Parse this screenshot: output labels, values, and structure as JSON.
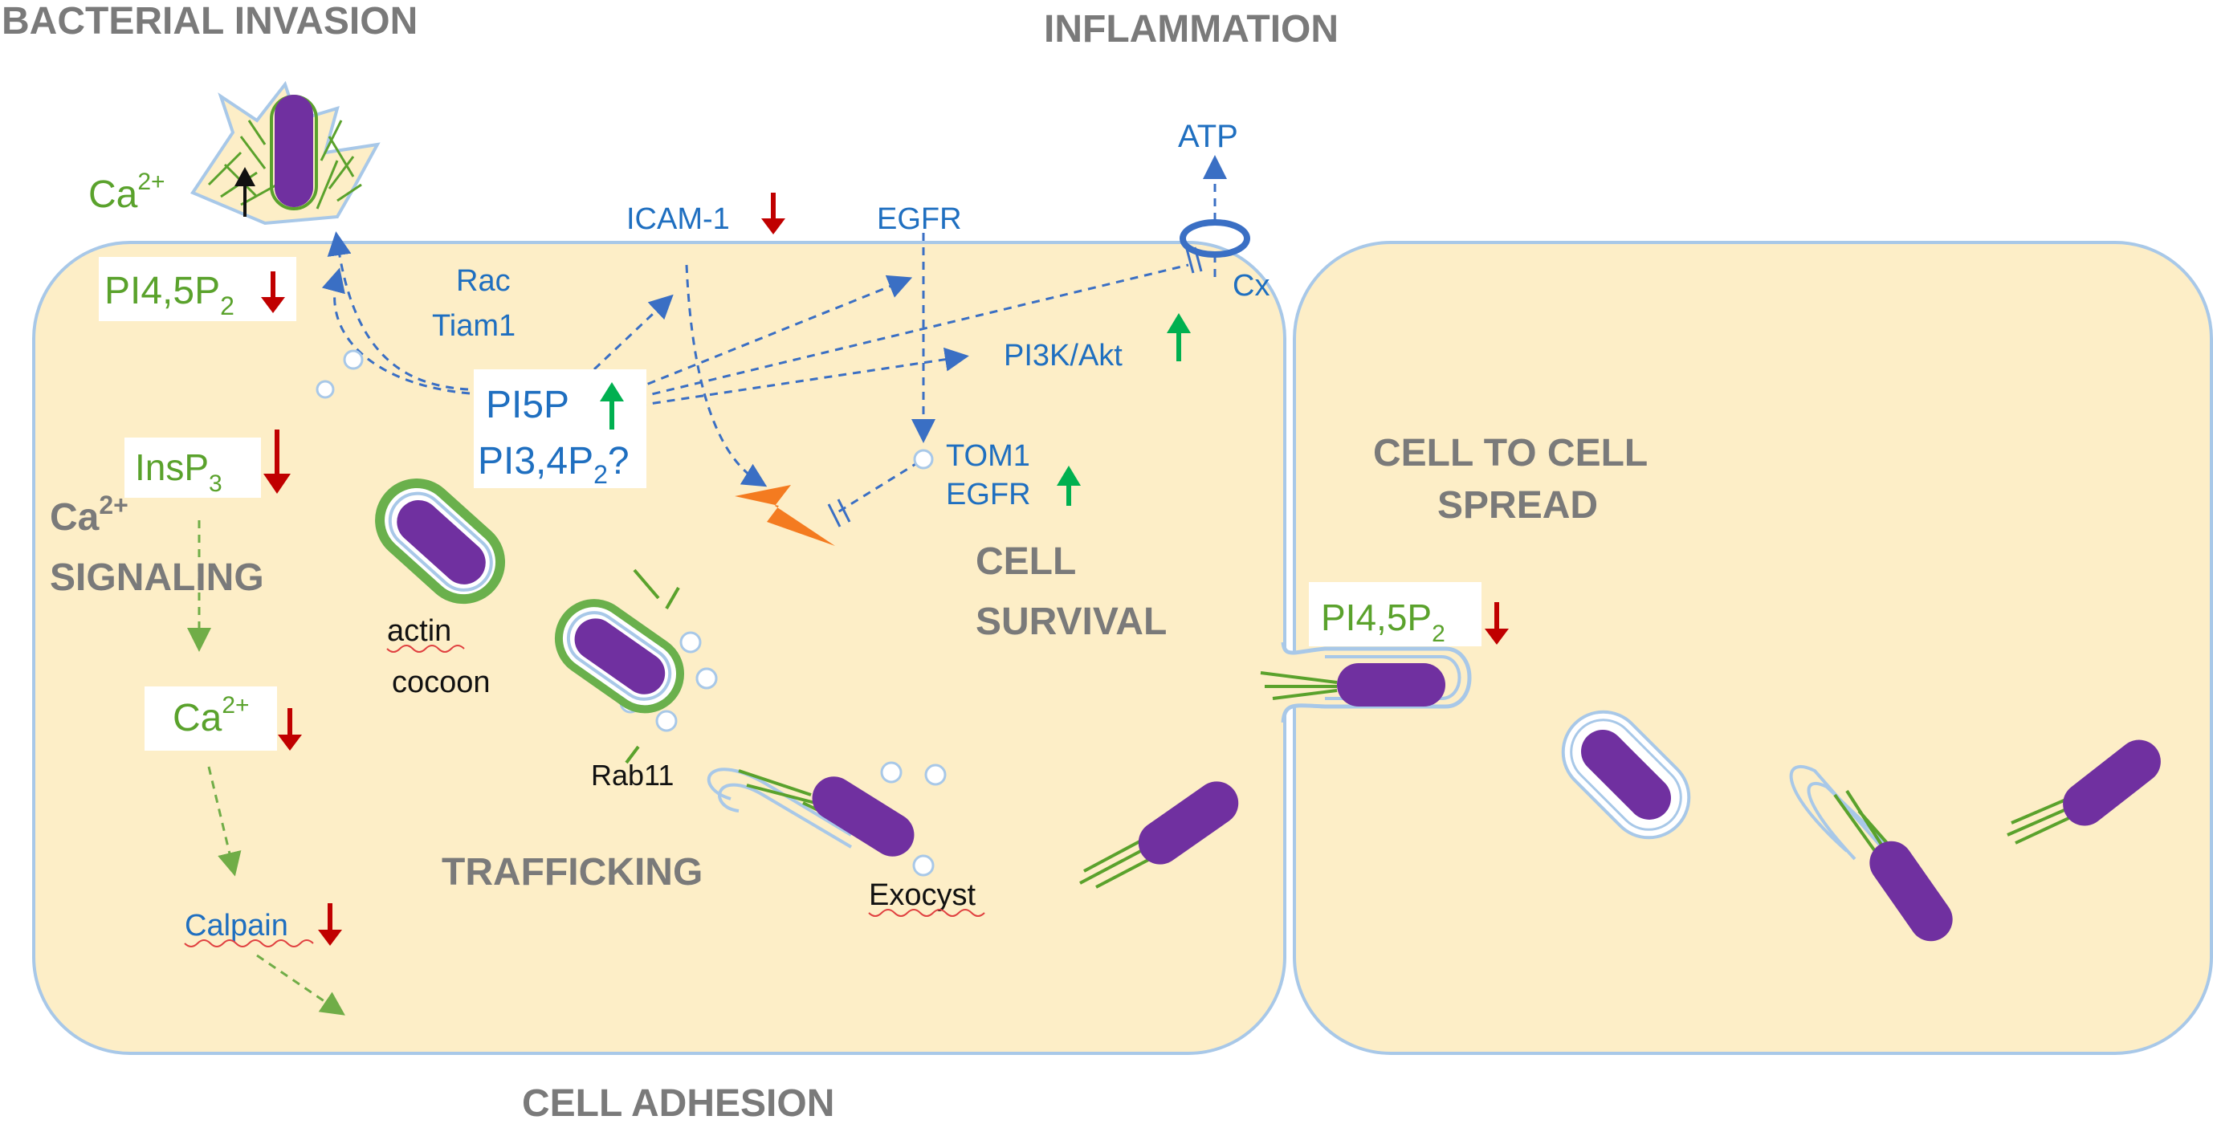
{
  "sections": {
    "bacterial_invasion": "BACTERIAL INVASION",
    "inflammation": "INFLAMMATION",
    "cell_to_cell_line1": "CELL TO CELL",
    "cell_to_cell_line2": "SPREAD",
    "cell_survival_line1": "CELL",
    "cell_survival_line2": "SURVIVAL",
    "trafficking": "TRAFFICKING",
    "cell_adhesion": "CELL ADHESION",
    "ca_signaling_ca": "Ca",
    "ca_signaling_sup": "2+",
    "ca_signaling_line2": "SIGNALING"
  },
  "labels": {
    "atp": "ATP",
    "icam1": "ICAM-1",
    "egfr_top": "EGFR",
    "cx": "Cx",
    "rac": "Rac",
    "tiam1": "Tiam1",
    "pi3k_akt": "PI3K/Akt",
    "pi5p": "PI5P",
    "pi34p2": "PI3,4P",
    "pi34p2_sub": "2",
    "pi34p2_q": "?",
    "tom1": "TOM1",
    "egfr_bottom": "EGFR",
    "ca_top": "Ca",
    "ca_top_sup": "2+",
    "pi45p2_left": "PI4,5P",
    "pi45p2_left_sub": "2",
    "insp3": "InsP",
    "insp3_sub": "3",
    "ca_mid": "Ca",
    "ca_mid_sup": "2+",
    "calpain": "Calpain",
    "actin": "actin",
    "cocoon": "cocoon",
    "rab11": "Rab11",
    "exocyst": "Exocyst",
    "pi45p2_right": "PI4,5P",
    "pi45p2_right_sub": "2"
  },
  "colors": {
    "cell_fill": "#fdeec7",
    "membrane": "#a8c8e8",
    "bacterium": "#7030a0",
    "actin": "#5aa22c",
    "arrow_blue": "#3a6fc4",
    "arrow_green": "#70ad47",
    "down_arrow": "#c00000",
    "up_arrow": "#00b050",
    "lightning": "#f47b20"
  }
}
